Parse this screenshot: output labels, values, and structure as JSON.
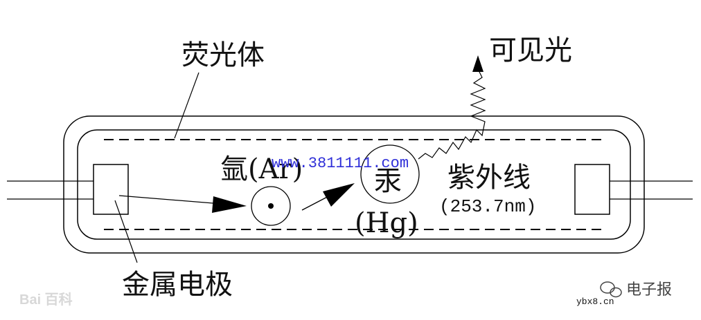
{
  "labels": {
    "phosphor": "荧光体",
    "visible_light": "可见光",
    "argon": "氩(Ar)",
    "mercury": "汞",
    "mercury_symbol": "(Hg)",
    "uv": "紫外线",
    "wavelength": "(253.7nm)",
    "electrode": "金属电极"
  },
  "watermarks": {
    "url": "www.3811111.com",
    "baidu": "Bai 百科",
    "brand": "电子报",
    "site": "ybx8.cn"
  },
  "colors": {
    "line": "#000000",
    "text": "#111111",
    "url_watermark": "#2f2fd8",
    "baidu_watermark": "#d8d8d8",
    "brand_watermark": "#444444"
  }
}
